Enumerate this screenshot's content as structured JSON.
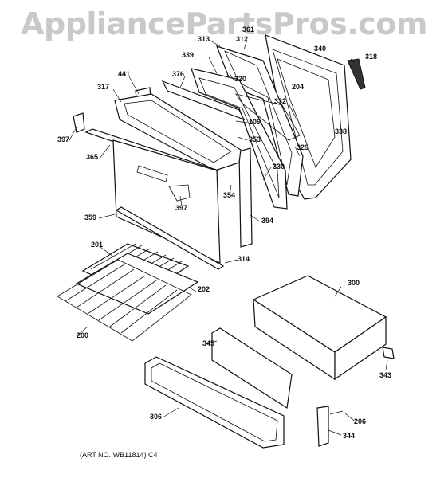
{
  "watermark": "AppliancePartsPros.com",
  "art_number": "(ART NO. WB11814) C4",
  "labels": {
    "l313": "313",
    "l312": "312",
    "l361": "361",
    "l340": "340",
    "l318": "318",
    "l339": "339",
    "l320": "320",
    "l441": "441",
    "l376": "376",
    "l204": "204",
    "l317": "317",
    "l332": "332",
    "l397a": "397",
    "l109": "109",
    "l338": "338",
    "l353": "353",
    "l329": "329",
    "l365": "365",
    "l330": "330",
    "l354": "354",
    "l397b": "397",
    "l359": "359",
    "l394": "394",
    "l314": "314",
    "l201": "201",
    "l300": "300",
    "l202": "202",
    "l345": "345",
    "l200": "200",
    "l343": "343",
    "l306": "306",
    "l206": "206",
    "l344": "344"
  }
}
